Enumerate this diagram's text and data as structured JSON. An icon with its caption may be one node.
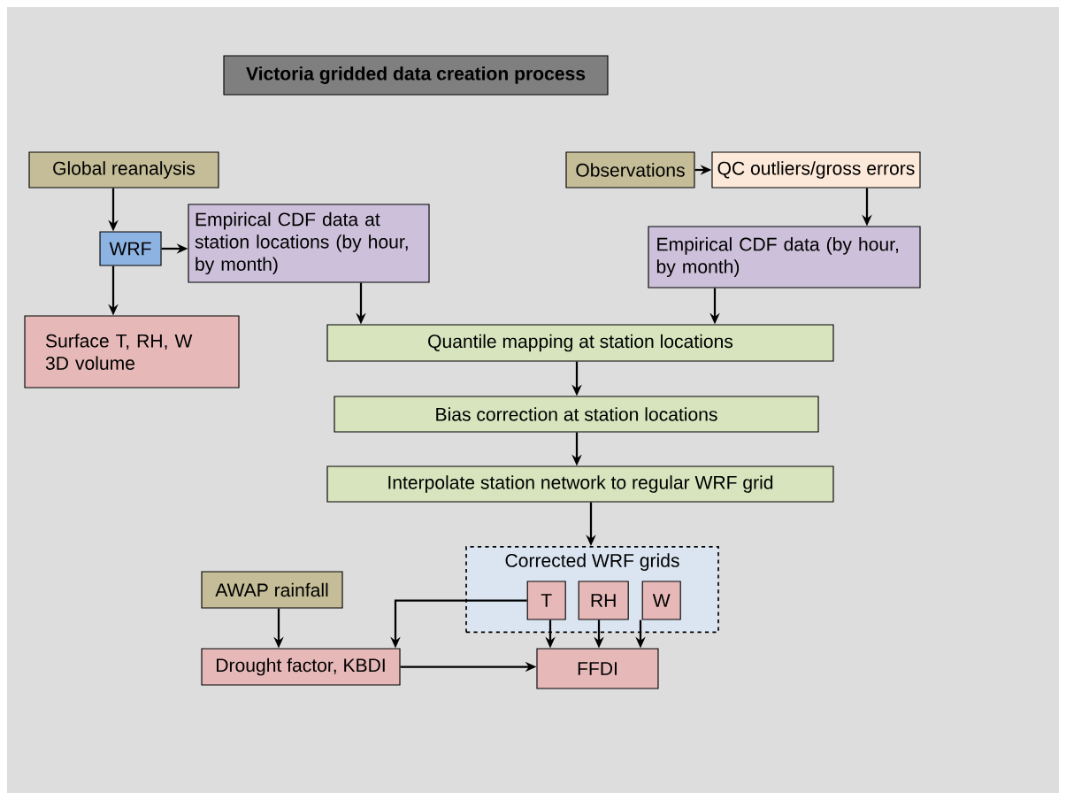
{
  "diagram": {
    "nodes": [
      {
        "text": [
          "Victoria gridded data creation process"
        ]
      },
      {
        "text": [
          "Global reanalysis"
        ]
      },
      {
        "text": [
          "WRF"
        ]
      },
      {
        "text": [
          "Empirical CDF data at station locations (by hour, by month)"
        ]
      },
      {
        "text": [
          "Surface T, RH, W 3D volume"
        ]
      },
      {
        "text": [
          "Observations"
        ]
      },
      {
        "text": [
          "QC outliers/gross errors"
        ]
      },
      {
        "text": [
          "Empirical CDF data (by hour, by month)"
        ]
      },
      {
        "text": [
          "Quantile mapping at station locations"
        ]
      },
      {
        "text": [
          "Bias correction at station locations"
        ]
      },
      {
        "text": [
          "Interpolate station network to regular WRF grid"
        ]
      },
      {
        "text": [
          "Corrected WRF grids"
        ]
      },
      {
        "text": [
          "T"
        ],
        "in": 11
      },
      {
        "text": [
          "RH"
        ],
        "in": 11
      },
      {
        "text": [
          "W"
        ],
        "in": 11
      },
      {
        "text": [
          "AWAP rainfall"
        ]
      },
      {
        "text": [
          "Drought factor, KBDI"
        ]
      },
      {
        "text": [
          "FFDI"
        ]
      }
    ],
    "edges": [
      {
        "from": 1,
        "to": 2,
        "arrow": "to"
      },
      {
        "from": 2,
        "to": 3,
        "arrow": "to"
      },
      {
        "from": 2,
        "to": 4,
        "arrow": "to"
      },
      {
        "from": 5,
        "to": 6,
        "arrow": "to"
      },
      {
        "from": 6,
        "to": 7,
        "arrow": "to"
      },
      {
        "from": 3,
        "to": 8,
        "arrow": "to"
      },
      {
        "from": 7,
        "to": 8,
        "arrow": "to"
      },
      {
        "from": 8,
        "to": 9,
        "arrow": "to"
      },
      {
        "from": 9,
        "to": 10,
        "arrow": "to"
      },
      {
        "from": 10,
        "to": 11,
        "arrow": "to"
      },
      {
        "from": 12,
        "to": 16,
        "arrow": "to"
      },
      {
        "from": 12,
        "to": 17,
        "arrow": "to"
      },
      {
        "from": 13,
        "to": 17,
        "arrow": "to"
      },
      {
        "from": 14,
        "to": 17,
        "arrow": "to"
      },
      {
        "from": 15,
        "to": 16,
        "arrow": "to"
      },
      {
        "from": 16,
        "to": 17,
        "arrow": "to"
      }
    ]
  }
}
